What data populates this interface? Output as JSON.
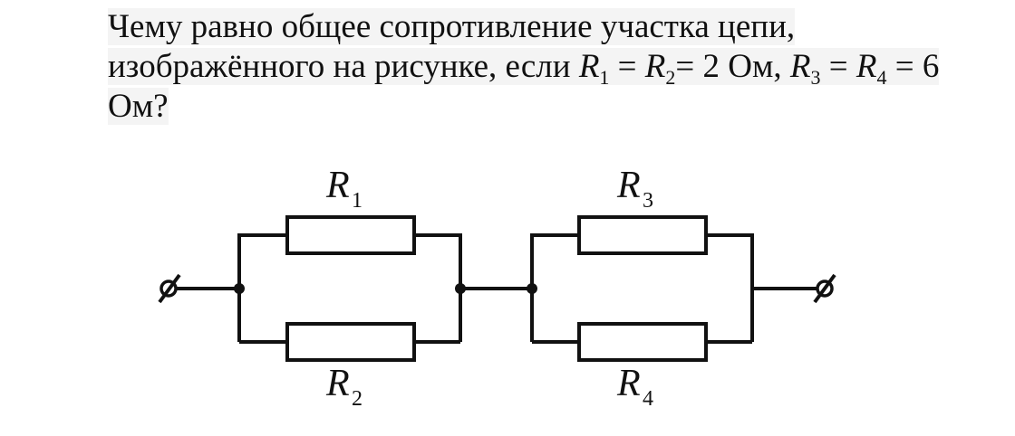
{
  "question": {
    "line1": "Чему равно общее сопротивление участка цепи,",
    "line2_start": "изображённого на рисунке, если ",
    "r1_letter": "R",
    "r1_sub": "1",
    "eq1": " = ",
    "r2_letter": "R",
    "r2_sub": "2",
    "value1": "= 2 Ом, ",
    "r3_letter": "R",
    "r3_sub": "3",
    "eq2": " = ",
    "r4_letter": "R",
    "r4_sub": "4",
    "value2": " = 6",
    "line3": "Ом?"
  },
  "circuit": {
    "resistors": [
      {
        "letter": "R",
        "index": "1"
      },
      {
        "letter": "R",
        "index": "2"
      },
      {
        "letter": "R",
        "index": "3"
      },
      {
        "letter": "R",
        "index": "4"
      }
    ]
  }
}
